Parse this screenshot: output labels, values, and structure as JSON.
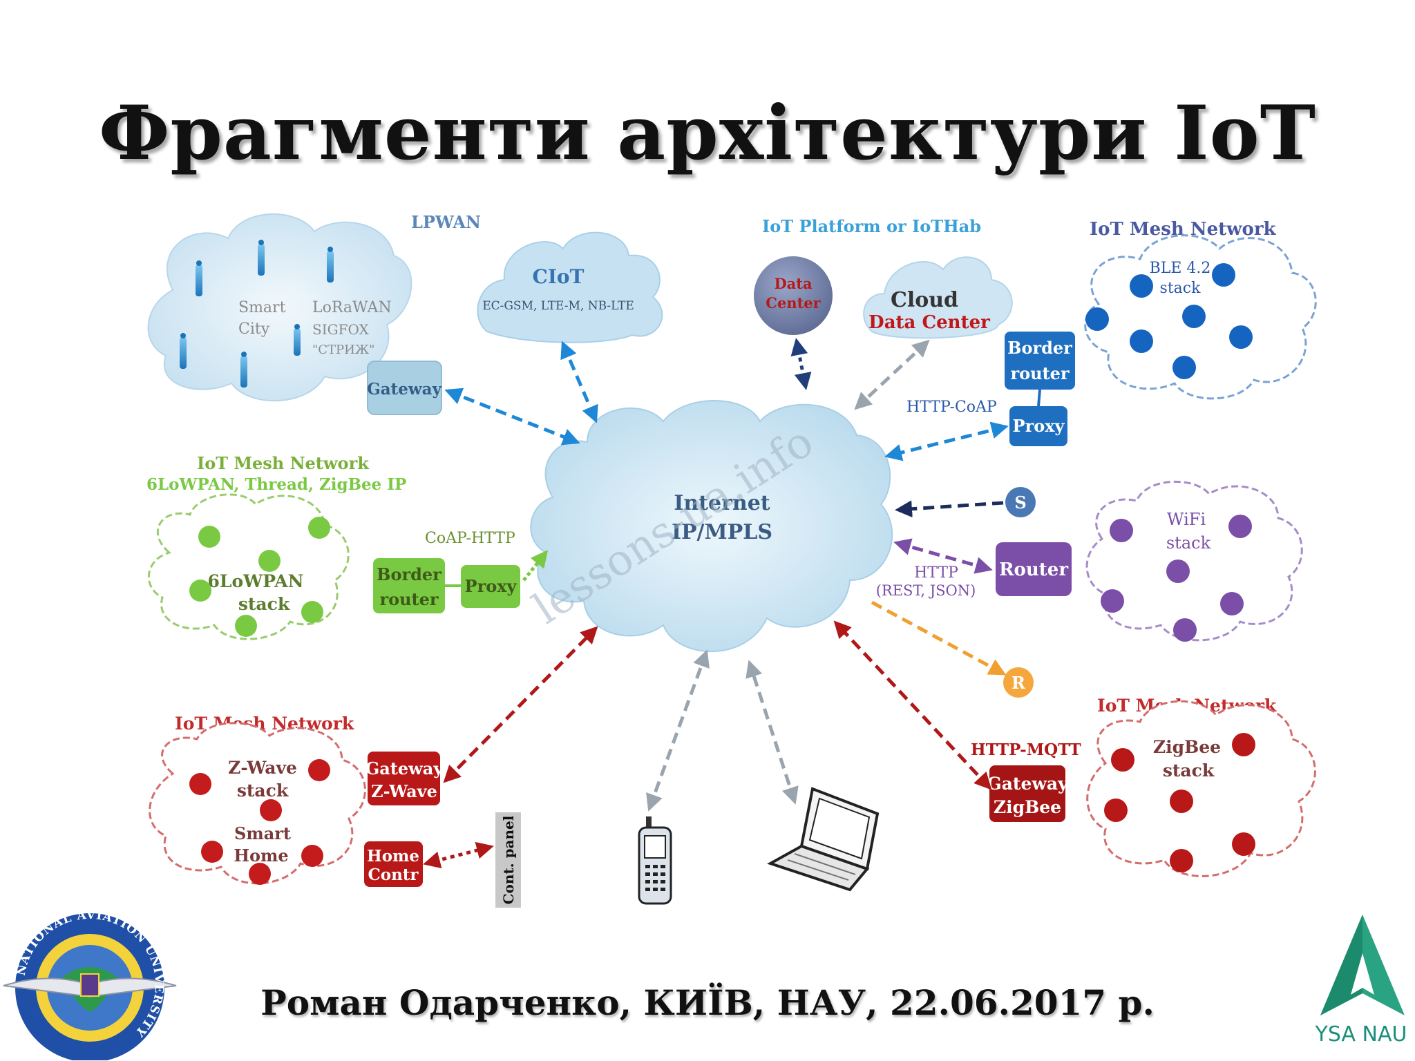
{
  "title": "Фрагменти архітектури IoT",
  "footer": "Роман Одарченко, КИЇВ, НАУ, 22.06.2017 р.",
  "watermark": "lessons-ua.info",
  "logos": {
    "nau_seal_text": "NATIONAL AVIATION UNIVERSITY",
    "ysa_label": "YSA NAU"
  },
  "colors": {
    "lpwan_blue": "#2f8fd0",
    "ciot_cloud": "#cfe6f3",
    "mesh_blue": "#1565c0",
    "mesh_green": "#7ac943",
    "mesh_red": "#c41c1c",
    "mesh_purple": "#7b4ea8",
    "orange": "#f0a030"
  },
  "diagram": {
    "lpwan": {
      "heading": "LPWAN",
      "smart_city": [
        "Smart",
        "City"
      ],
      "lines": [
        "LoRaWAN",
        "SIGFOX",
        "\"СТРИЖ\""
      ],
      "gateway": "Gateway"
    },
    "ciot": {
      "title": "CIoT",
      "subtitle": "EC-GSM, LTE-M, NB-LTE"
    },
    "platform": {
      "heading": "IoT Platform or IoTHab",
      "data_center": [
        "Data",
        "Center"
      ],
      "cloud_title": "Cloud",
      "cloud_subtitle": "Data Center"
    },
    "ble_mesh": {
      "heading": "IoT Mesh Network",
      "stack": [
        "BLE 4.2",
        "stack"
      ],
      "border_router": [
        "Border",
        "router"
      ],
      "protocol": "HTTP-CoAP",
      "proxy": "Proxy"
    },
    "sixlowpan_mesh": {
      "heading": "IoT Mesh Network",
      "subheading": "6LoWPAN, Thread, ZigBee IP",
      "stack": [
        "6LoWPAN",
        "stack"
      ],
      "border_router": [
        "Border",
        "router"
      ],
      "protocol": "CoAP-HTTP",
      "proxy": "Proxy"
    },
    "internet": [
      "Internet",
      "IP/MPLS"
    ],
    "s_node": "S",
    "r_node": "R",
    "wifi": {
      "stack": [
        "WiFi",
        "stack"
      ],
      "router": "Router",
      "protocol": [
        "HTTP",
        "(REST, JSON)"
      ]
    },
    "zwave_mesh": {
      "heading": "IoT Mesh Network",
      "stack": [
        "Z-Wave",
        "stack"
      ],
      "smart_home": [
        "Smart",
        "Home"
      ],
      "gateway": [
        "Gateway",
        "Z-Wave"
      ],
      "home_contr": [
        "Home",
        "Contr"
      ],
      "cont_panel": "Cont. panel"
    },
    "zigbee_mesh": {
      "heading": "IoT Mesh Network",
      "protocol": "HTTP-MQTT",
      "stack": [
        "ZigBee",
        "stack"
      ],
      "gateway": [
        "Gateway",
        "ZigBee"
      ]
    }
  }
}
